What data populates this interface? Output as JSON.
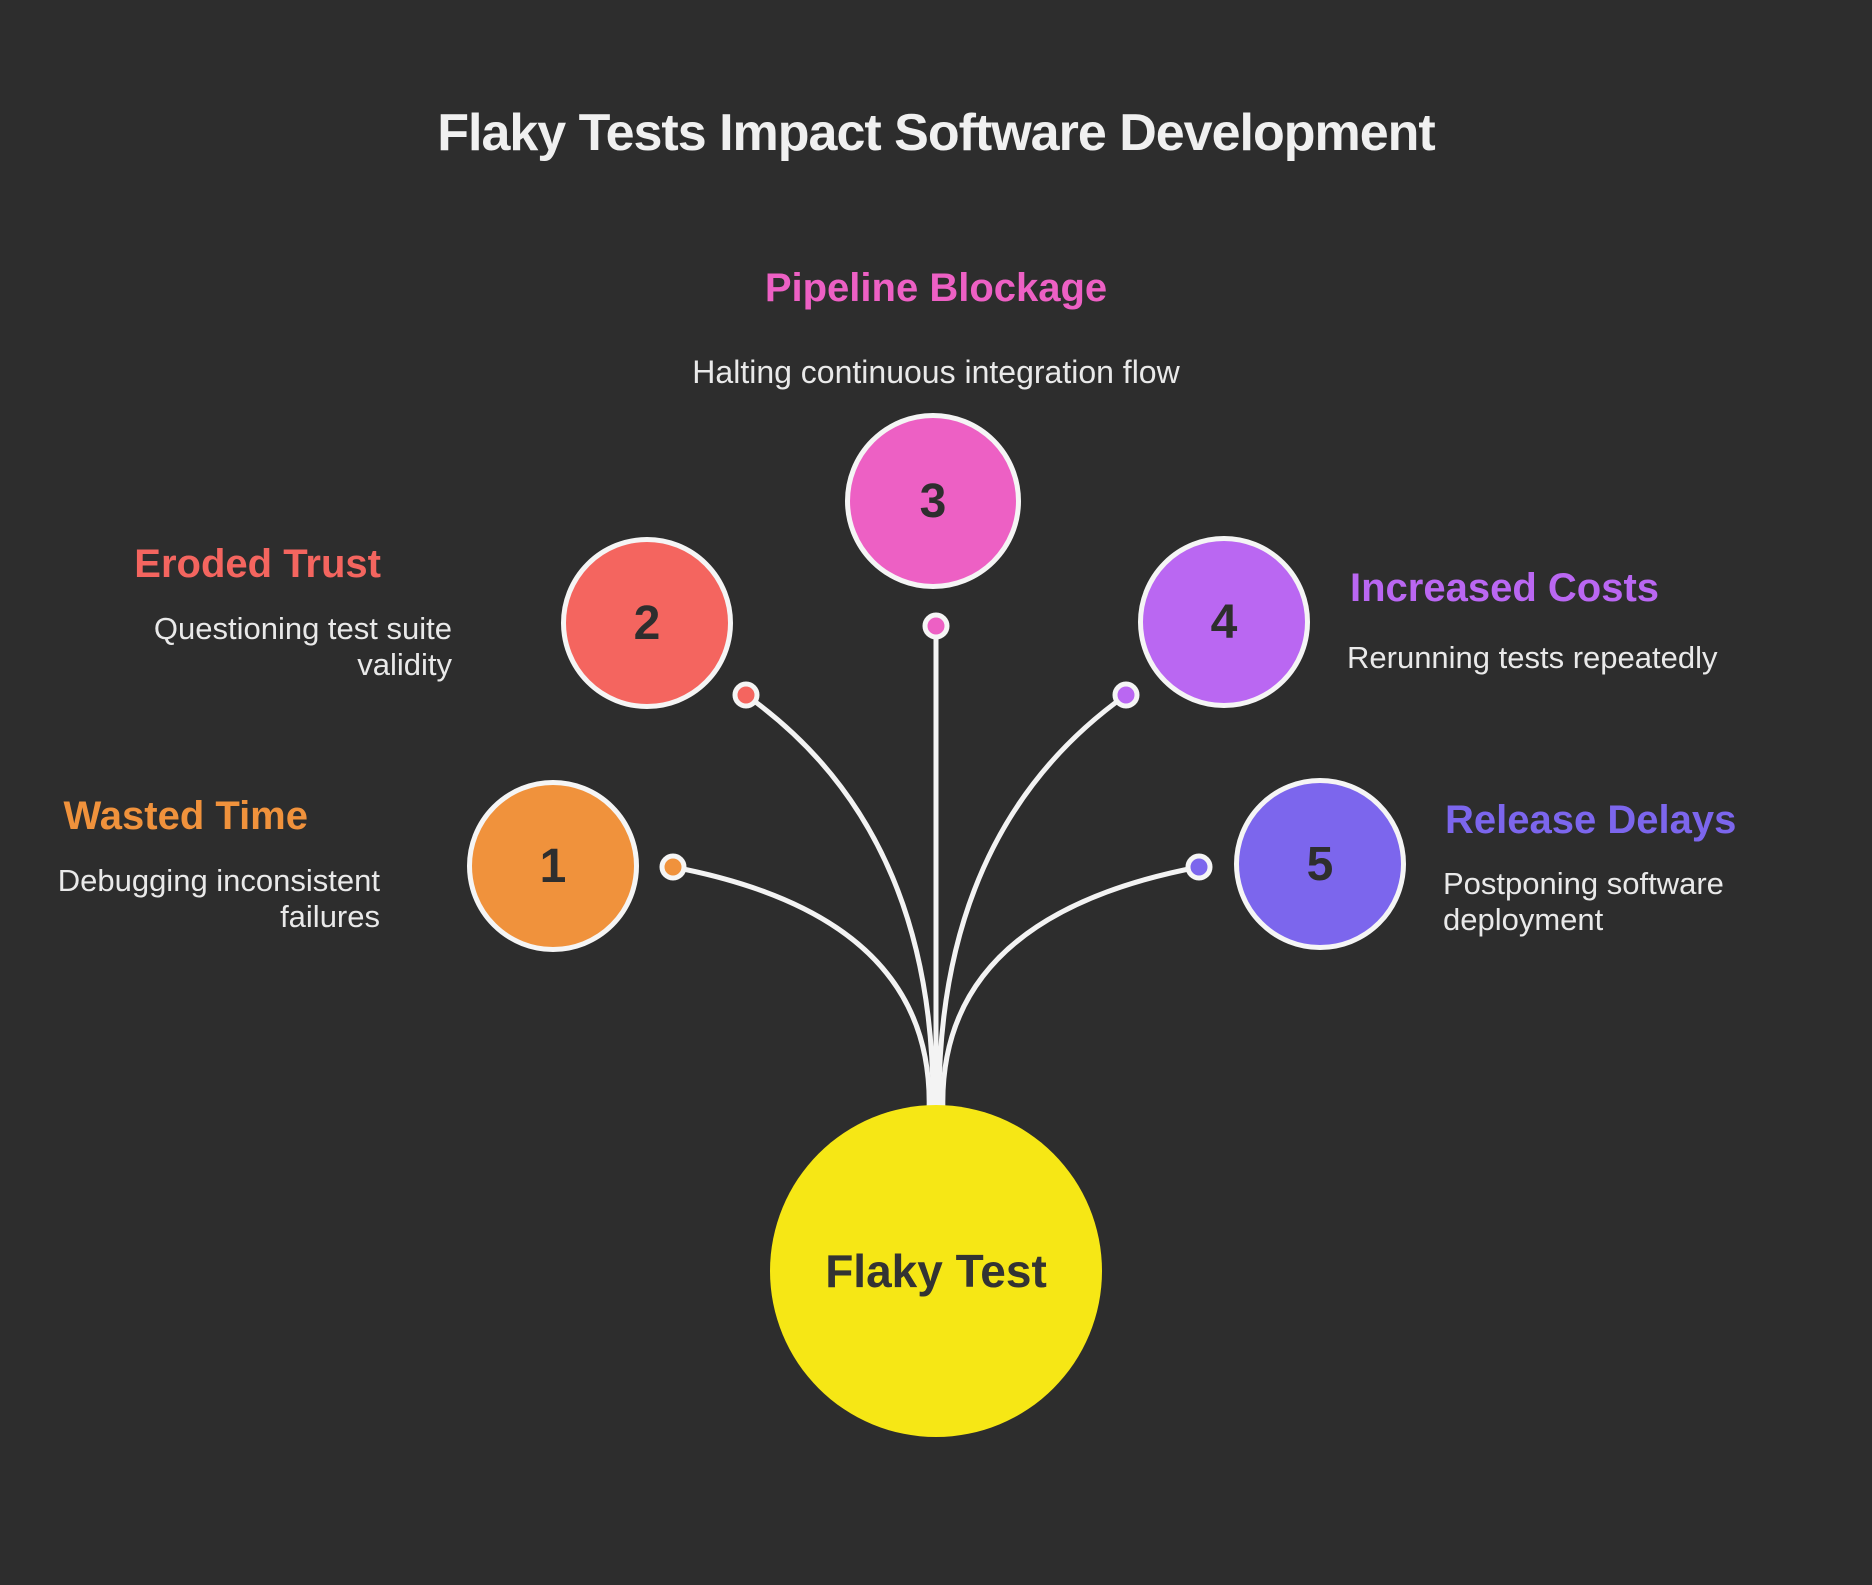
{
  "background": "#2d2d2d",
  "title": "Flaky Tests Impact Software Development",
  "center": {
    "label": "Flaky Test",
    "color": "#f6e715"
  },
  "line_color": "#f3f3f3",
  "nodes": [
    {
      "number": "1",
      "heading": "Wasted Time",
      "color": "#f0923c",
      "description_lines": [
        "Debugging inconsistent",
        "failures"
      ]
    },
    {
      "number": "2",
      "heading": "Eroded Trust",
      "color": "#f4655f",
      "description_lines": [
        "Questioning test suite",
        "validity"
      ]
    },
    {
      "number": "3",
      "heading": "Pipeline Blockage",
      "color": "#ed60c4",
      "description_lines": [
        "Halting continuous integration flow"
      ]
    },
    {
      "number": "4",
      "heading": "Increased Costs",
      "color": "#ba67f2",
      "description_lines": [
        "Rerunning tests repeatedly"
      ]
    },
    {
      "number": "5",
      "heading": "Release Delays",
      "color": "#7c66ed",
      "description_lines": [
        "Postponing software",
        "deployment"
      ]
    }
  ]
}
